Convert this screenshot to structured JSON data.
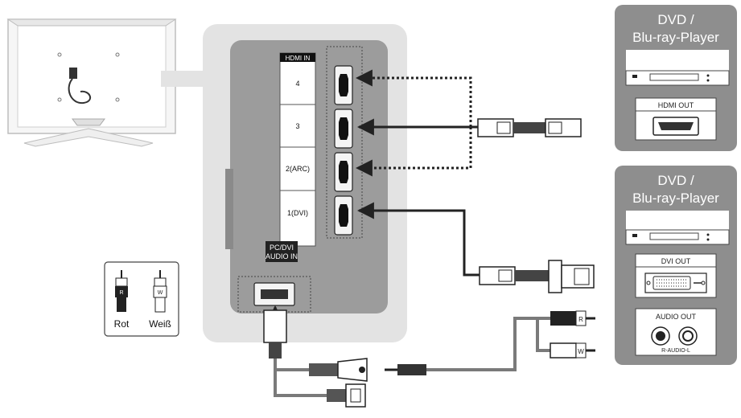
{
  "panel": {
    "hdmi_header": "HDMI IN",
    "hdmi_ports": [
      "4",
      "3",
      "2(ARC)",
      "1(DVI)"
    ],
    "pc_audio_label_line1": "PC/DVI",
    "pc_audio_label_line2": "AUDIO IN"
  },
  "devices": [
    {
      "title_line1": "DVD /",
      "title_line2": "Blu-ray-Player",
      "ports": [
        {
          "label": "HDMI OUT"
        }
      ]
    },
    {
      "title_line1": "DVD /",
      "title_line2": "Blu-ray-Player",
      "ports": [
        {
          "label": "DVI OUT"
        },
        {
          "label": "AUDIO OUT",
          "sublabel": "R-AUDIO-L"
        }
      ]
    }
  ],
  "legend": {
    "red_letter": "R",
    "white_letter": "W",
    "red_label": "Rot",
    "white_label": "Weiß"
  },
  "plug_letters": {
    "red": "R",
    "white": "W"
  },
  "colors": {
    "device_bg": "#8e8e8e",
    "panel_outer": "#e3e3e3",
    "panel_inner": "#9c9c9c",
    "cable": "#222222",
    "audio_cable": "#7a7a7a"
  }
}
